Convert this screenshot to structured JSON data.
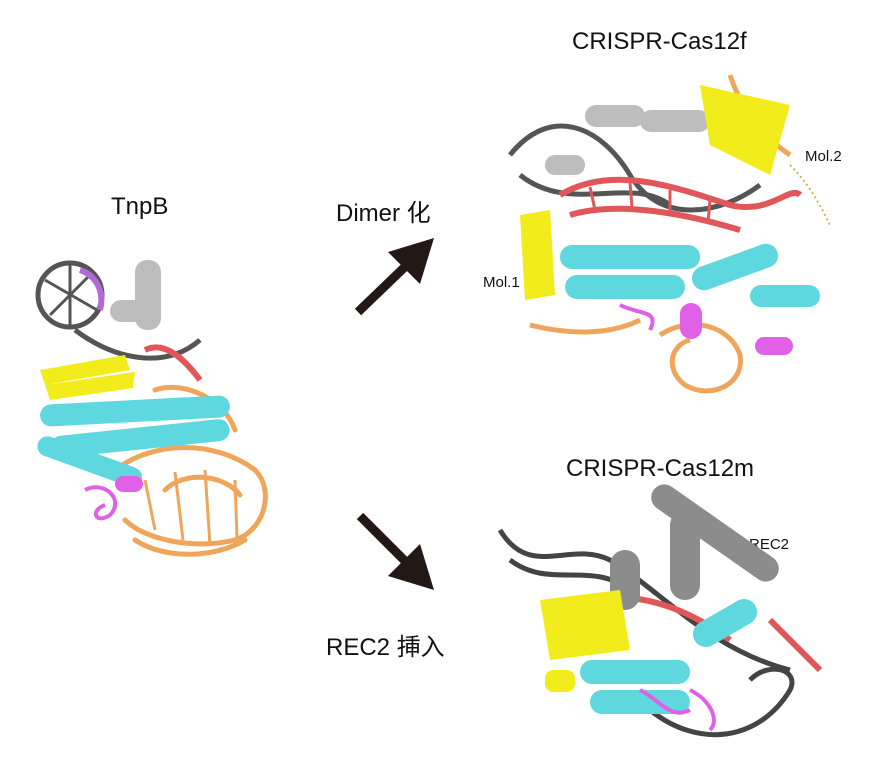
{
  "labels": {
    "tnpb": "TnpB",
    "cas12f": "CRISPR-Cas12f",
    "cas12m": "CRISPR-Cas12m",
    "dimer": "Dimer 化",
    "rec2_insert": "REC2 挿入",
    "mol1": "Mol.1",
    "mol2": "Mol.2",
    "rec2": "REC2"
  },
  "arrows": {
    "upper": "arrow-up-right",
    "lower": "arrow-down-right",
    "color": "#231815"
  },
  "colors": {
    "dna_dark": "#555555",
    "dna_red": "#e15759",
    "rna_orange": "#f0a65a",
    "helix_cyan": "#5ed8de",
    "sheet_yellow": "#f2ec1d",
    "loop_magenta": "#e060e8",
    "helix_gray": "#bdbdbd",
    "purple": "#b36ad6"
  }
}
